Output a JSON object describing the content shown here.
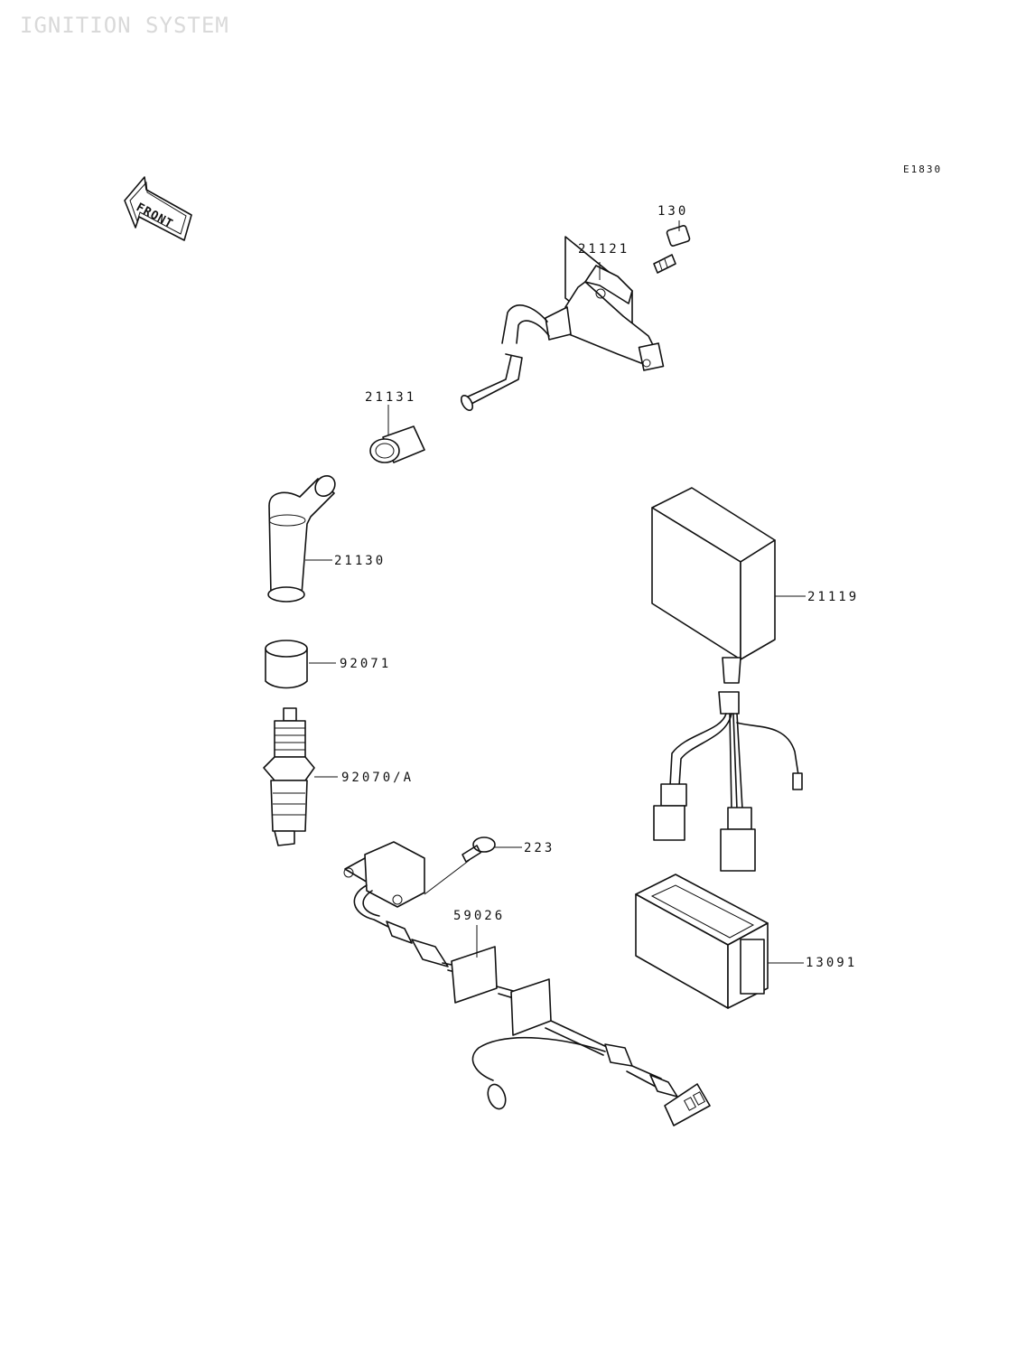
{
  "header": {
    "title": "IGNITION SYSTEM",
    "diagram_code": "E1830"
  },
  "front_badge": {
    "label": "FRONT"
  },
  "parts": [
    {
      "id": "130"
    },
    {
      "id": "21121"
    },
    {
      "id": "21131"
    },
    {
      "id": "21130"
    },
    {
      "id": "92071"
    },
    {
      "id": "92070/A"
    },
    {
      "id": "21119"
    },
    {
      "id": "223"
    },
    {
      "id": "59026"
    },
    {
      "id": "13091"
    }
  ]
}
